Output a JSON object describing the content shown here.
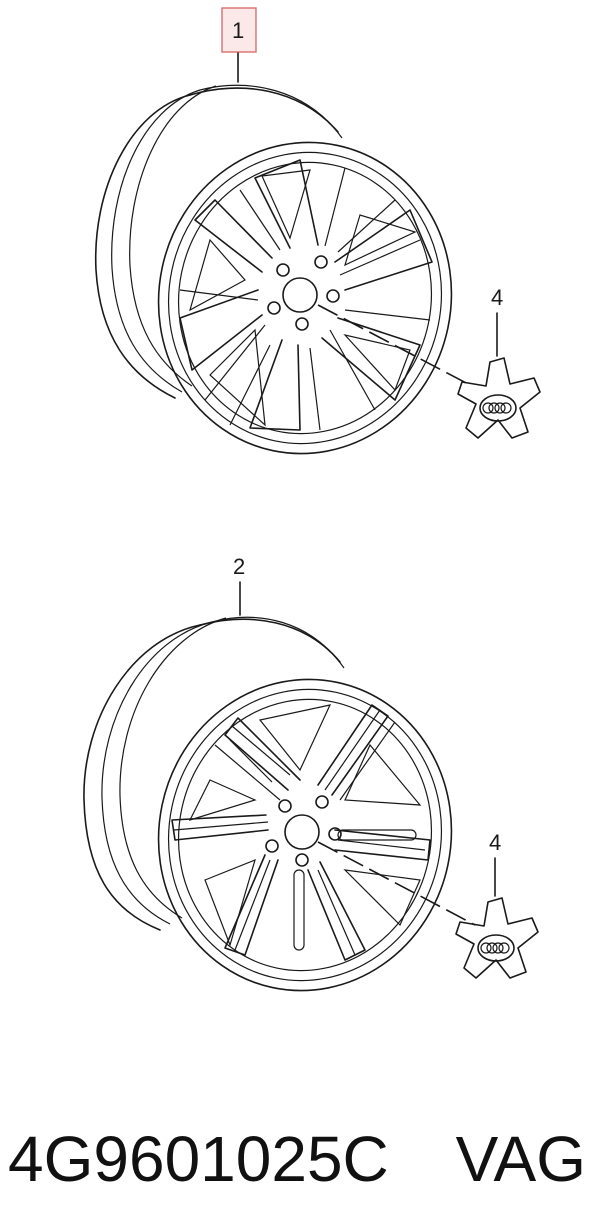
{
  "callouts": {
    "wheel_1": "1",
    "wheel_2": "2",
    "cap_top": "4",
    "cap_bottom": "4"
  },
  "caption": {
    "part_number": "4G9601025C",
    "brand": "VAG"
  },
  "colors": {
    "highlight_border": "#d87070",
    "highlight_fill": "#fbe8e8",
    "ink": "#1a1a1a"
  }
}
